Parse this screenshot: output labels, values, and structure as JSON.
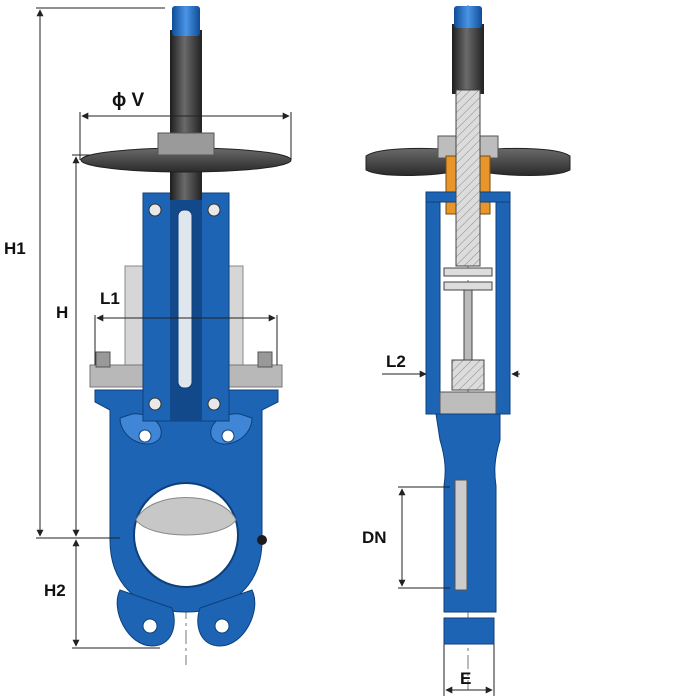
{
  "diagram": {
    "dimensions": {
      "h1": "H1",
      "h": "H",
      "h2": "H2",
      "l1": "L1",
      "l2": "L2",
      "phi_v": "ϕ V",
      "dn": "DN",
      "e": "E"
    },
    "colors": {
      "body_blue": "#1e64b4",
      "stem_dark": "#3a3a3a",
      "handwheel": "#4a4a4a",
      "gate_grey": "#cfcfcf",
      "bushing_orange": "#e8952a"
    },
    "views": [
      "front-view",
      "section-view"
    ]
  }
}
